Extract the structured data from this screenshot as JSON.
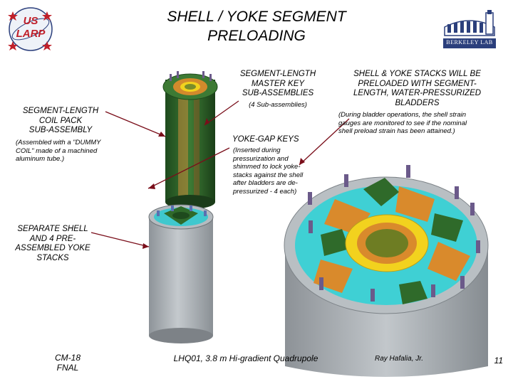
{
  "slide": {
    "title_line1": "SHELL / YOKE SEGMENT",
    "title_line2": "PRELOADING",
    "logo_us_larp": {
      "line1": "US",
      "line2": "LARP"
    },
    "logo_berkeley": "BERKELEY LAB"
  },
  "labels": {
    "coil_pack_title": [
      "SEGMENT-LENGTH",
      "COIL PACK",
      "SUB-ASSEMBLY"
    ],
    "coil_pack_note": [
      "(Assembled with a \"DUMMY",
      "COIL\" made of a machined",
      "aluminum tube.)"
    ],
    "master_key_title": [
      "SEGMENT-LENGTH",
      "MASTER KEY",
      "SUB-ASSEMBLIES"
    ],
    "master_key_note": "(4 Sub-assemblies)",
    "yoke_gap_title": "YOKE-GAP KEYS",
    "yoke_gap_note": [
      "(Inserted during",
      "pressurization and",
      "shimmed to lock yoke-",
      "stacks against the shell",
      "after bladders are de-",
      "pressurized - 4 each)"
    ],
    "bladder_title": [
      "SHELL & YOKE STACKS WILL BE",
      "PRELOADED WITH SEGMENT-",
      "LENGTH, WATER-PRESSURIZED",
      "BLADDERS"
    ],
    "bladder_note": [
      "(During bladder operations, the shell strain",
      "gauges are monitored to see if the nominal",
      "shell preload strain has been attained.)"
    ],
    "separate_shell": [
      "SEPARATE SHELL",
      "AND 4 PRE-",
      "ASSEMBLED YOKE",
      "STACKS"
    ]
  },
  "footer": {
    "left_line1": "CM-18",
    "left_line2": "FNAL",
    "center": "LHQ01, 3.8 m Hi-gradient Quadrupole",
    "author": "Ray Hafalia, Jr.",
    "page": "11"
  },
  "colors": {
    "accent_red": "#c0202a",
    "arrow": "#7a0e1a",
    "cyan_plate": "#3fd0d4",
    "orange_pad": "#d98a2c",
    "yellow_ring": "#f2d21e",
    "shell_gray": "#a8adb2",
    "green_stack": "#2f6a2a"
  }
}
